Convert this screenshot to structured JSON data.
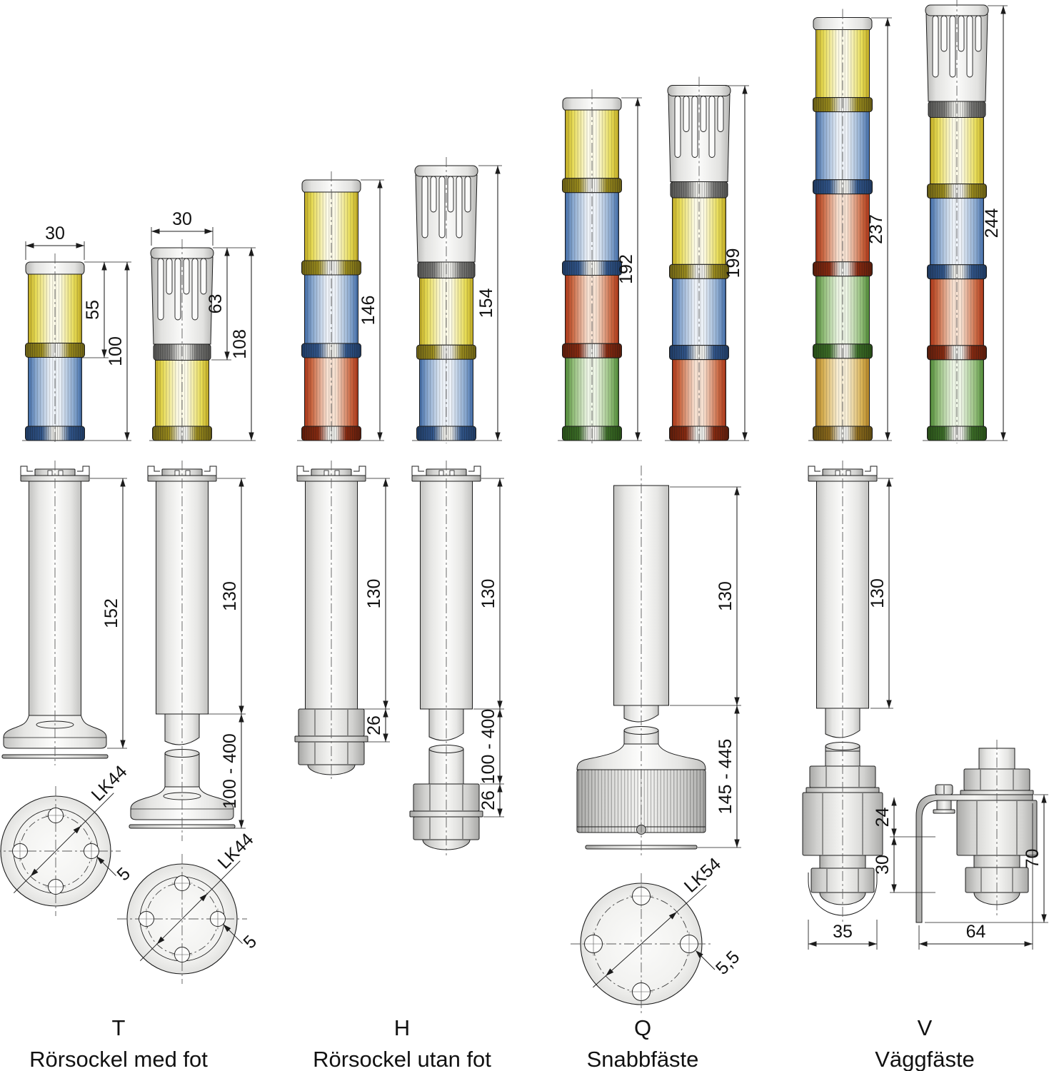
{
  "drawing": {
    "background": "#ffffff",
    "line_color": "#1c1c1c",
    "colors": {
      "yellow": {
        "edge": "#bfa922",
        "mid": "#e8dc55",
        "light": "#fdfbe8",
        "ring": "#9d8e1d",
        "ringEdge": "#6f6314"
      },
      "blue": {
        "edge": "#3f6aa6",
        "mid": "#87a7cf",
        "light": "#eef3f9",
        "ring": "#31568c",
        "ringEdge": "#1f3c66"
      },
      "red": {
        "edge": "#aa3517",
        "mid": "#cc6a44",
        "light": "#f8e2d2",
        "ring": "#8a2a10",
        "ringEdge": "#5e1c0a"
      },
      "green": {
        "edge": "#4c8634",
        "mid": "#8fbc75",
        "light": "#eef6e6",
        "ring": "#3c6e27",
        "ringEdge": "#285117"
      },
      "orange": {
        "edge": "#b08124",
        "mid": "#d9b254",
        "light": "#faf0d8",
        "ring": "#8f6c1c",
        "ringEdge": "#665012"
      },
      "gray": {
        "edge": "#9b9b99",
        "mid": "#cfcfcd",
        "light": "#f6f6f4",
        "ring": "#7a7a78",
        "ringEdge": "#555553"
      },
      "white": {
        "edge": "#b5b5b3",
        "mid": "#e2e2e0",
        "light": "#fbfbfa"
      },
      "tube": {
        "edge": "#c2c2c0",
        "mid": "#e6e6e4",
        "light": "#fdfdfc"
      }
    }
  },
  "columns": [
    {
      "letter": "T",
      "name": "Rörsockel med fot",
      "towers": [
        {
          "type": "cap",
          "segments": [
            "yellow",
            "blue"
          ],
          "dims": {
            "width": "30",
            "inner": "55",
            "total": "100"
          }
        },
        {
          "type": "beacon",
          "segments": [
            "yellow"
          ],
          "dims": {
            "width": "30",
            "inner": "63",
            "total": "108"
          }
        }
      ],
      "base_dims": {
        "b1": [
          "152"
        ],
        "b2": [
          "130",
          "100 - 400"
        ]
      },
      "circles": [
        {
          "bolt": "LK44",
          "hole": "5"
        },
        {
          "bolt": "LK44",
          "hole": "5"
        }
      ]
    },
    {
      "letter": "H",
      "name": "Rörsockel utan fot",
      "towers": [
        {
          "type": "cap",
          "segments": [
            "yellow",
            "blue",
            "red"
          ],
          "dims": {
            "total": "146"
          }
        },
        {
          "type": "beacon",
          "segments": [
            "yellow",
            "blue"
          ],
          "dims": {
            "total": "154"
          }
        }
      ],
      "base_dims": {
        "b1": [
          "130",
          "26"
        ],
        "b2": [
          "130",
          "100 - 400",
          "26"
        ]
      }
    },
    {
      "letter": "Q",
      "name": "Snabbfäste",
      "towers": [
        {
          "type": "cap",
          "segments": [
            "yellow",
            "blue",
            "red",
            "green"
          ],
          "dims": {
            "total": "192"
          }
        },
        {
          "type": "beacon",
          "segments": [
            "yellow",
            "blue",
            "red"
          ],
          "dims": {
            "total": "199"
          }
        }
      ],
      "base_dims": {
        "b1": [
          "130",
          "145 - 445"
        ]
      },
      "circles": [
        {
          "bolt": "LK54",
          "hole": "5,5"
        }
      ]
    },
    {
      "letter": "V",
      "name": "Väggfäste",
      "towers": [
        {
          "type": "cap",
          "segments": [
            "yellow",
            "blue",
            "red",
            "green",
            "orange"
          ],
          "dims": {
            "total": "237"
          }
        },
        {
          "type": "beacon",
          "segments": [
            "yellow",
            "blue",
            "red",
            "green"
          ],
          "dims": {
            "total": "244"
          }
        }
      ],
      "base_dims": {
        "wall": [
          "130",
          "24",
          "30",
          "35",
          "64",
          "70"
        ]
      }
    }
  ]
}
